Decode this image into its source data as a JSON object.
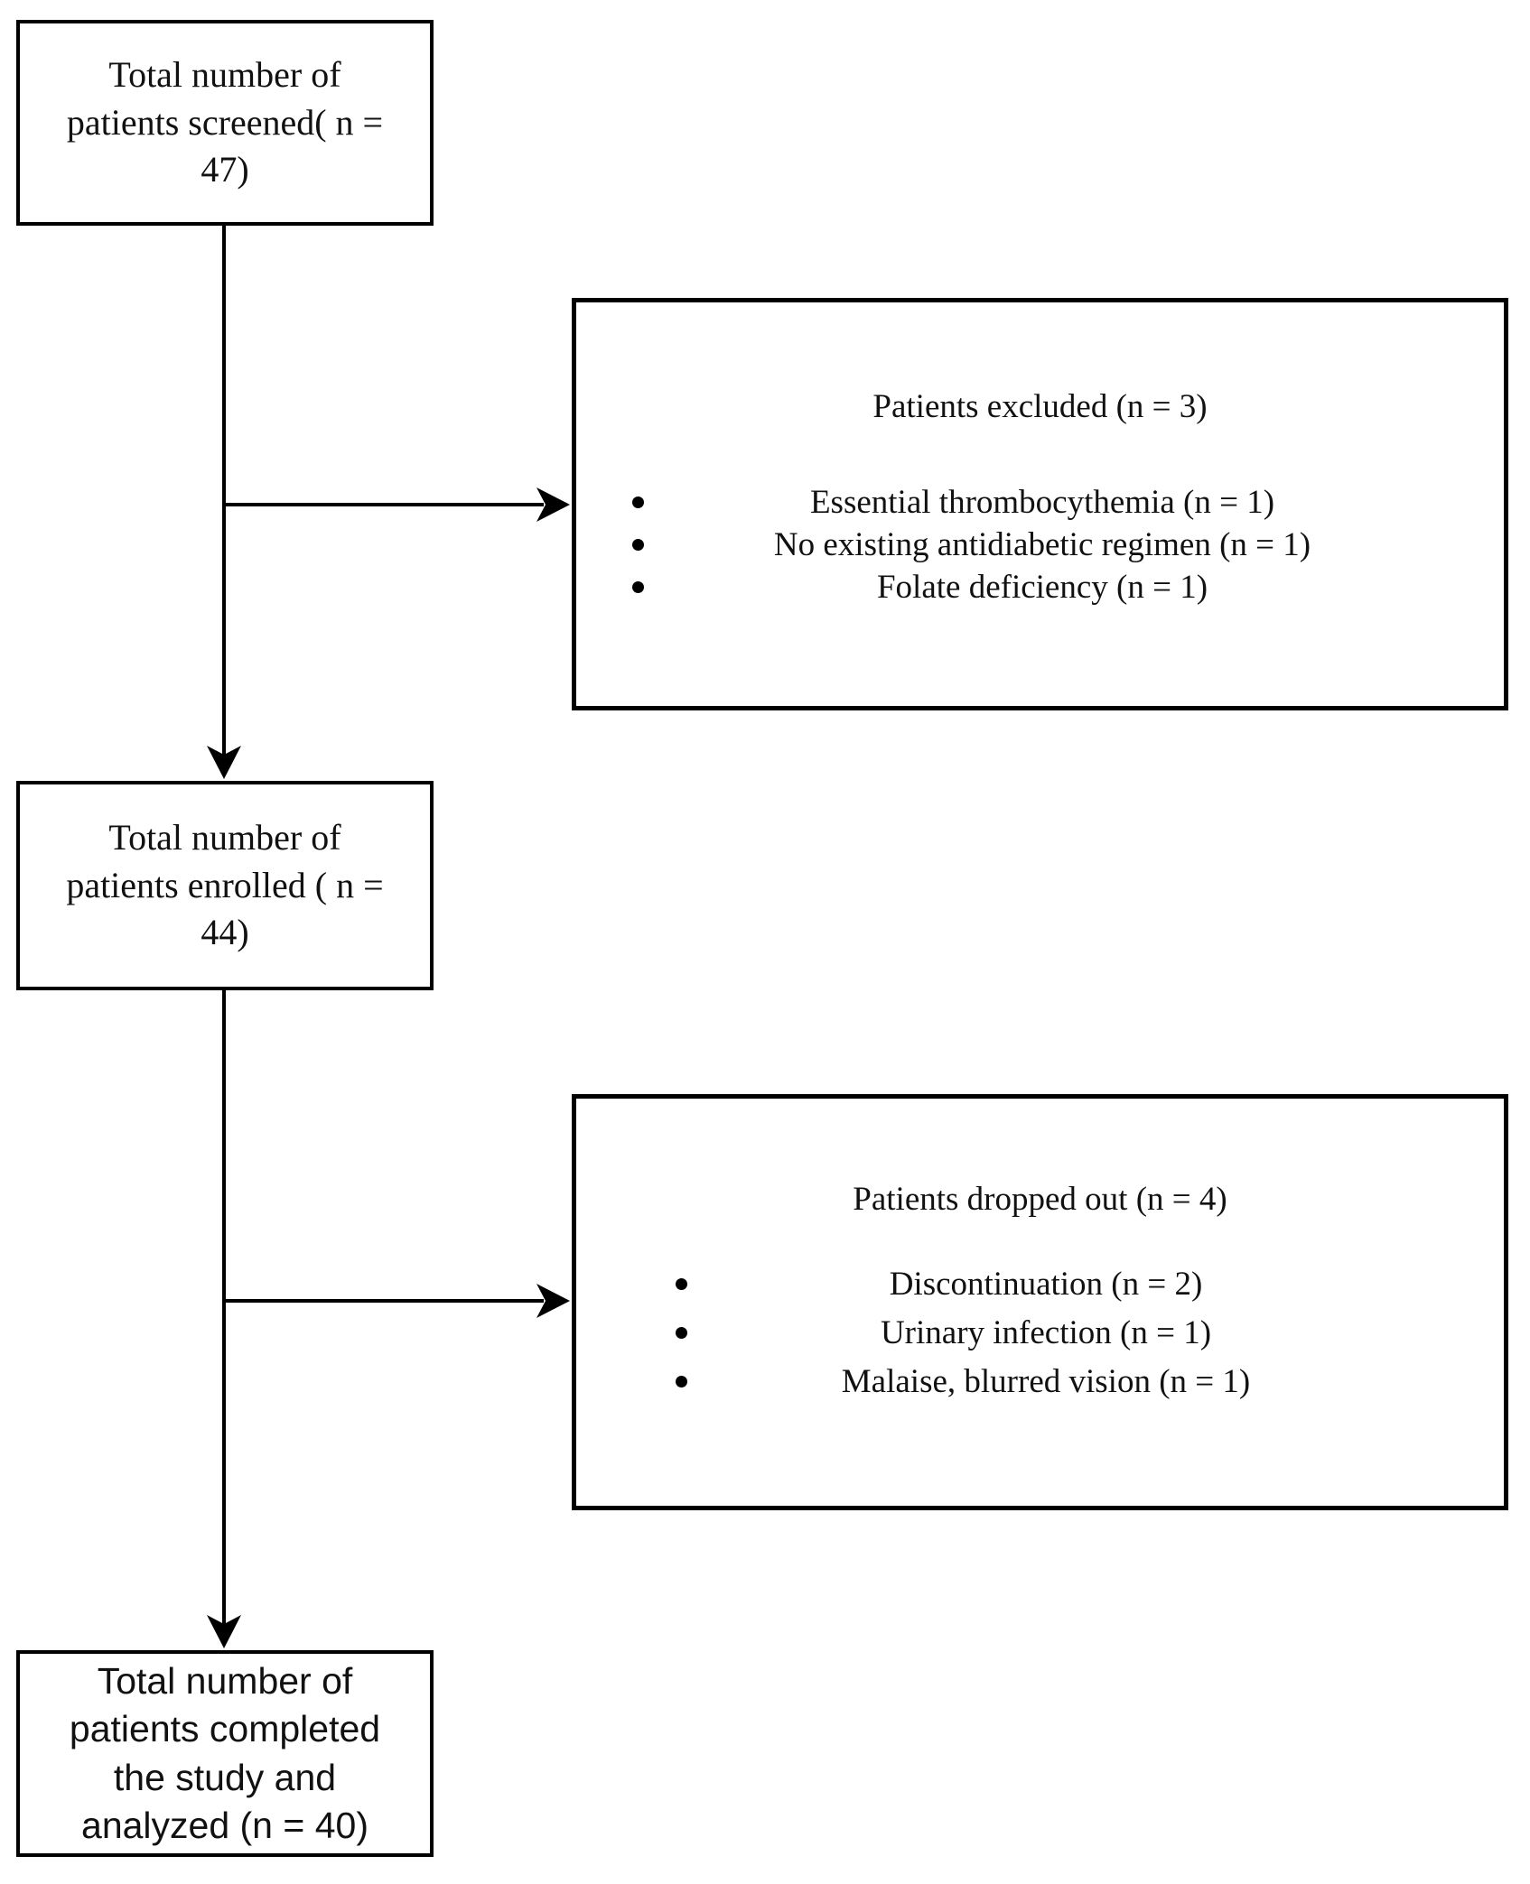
{
  "figure": {
    "boxes": {
      "screened": {
        "text": "Total number of\npatients screened( n =\n47)"
      },
      "excluded": {
        "title": "Patients excluded (n = 3)",
        "items": [
          "Essential thrombocythemia (n = 1)",
          "No existing antidiabetic regimen (n = 1)",
          "Folate deficiency (n = 1)"
        ]
      },
      "enrolled": {
        "text": "Total number of\npatients enrolled ( n =\n44)"
      },
      "dropped": {
        "title": "Patients dropped out (n = 4)",
        "items": [
          "Discontinuation (n = 2)",
          "Urinary infection (n = 1)",
          "Malaise, blurred vision (n = 1)"
        ]
      },
      "completed": {
        "text": "Total number of\npatients completed\nthe study and\nanalyzed (n = 40)"
      }
    },
    "colors": {
      "line": "#000000",
      "text": "#111111",
      "background": "#ffffff"
    }
  }
}
